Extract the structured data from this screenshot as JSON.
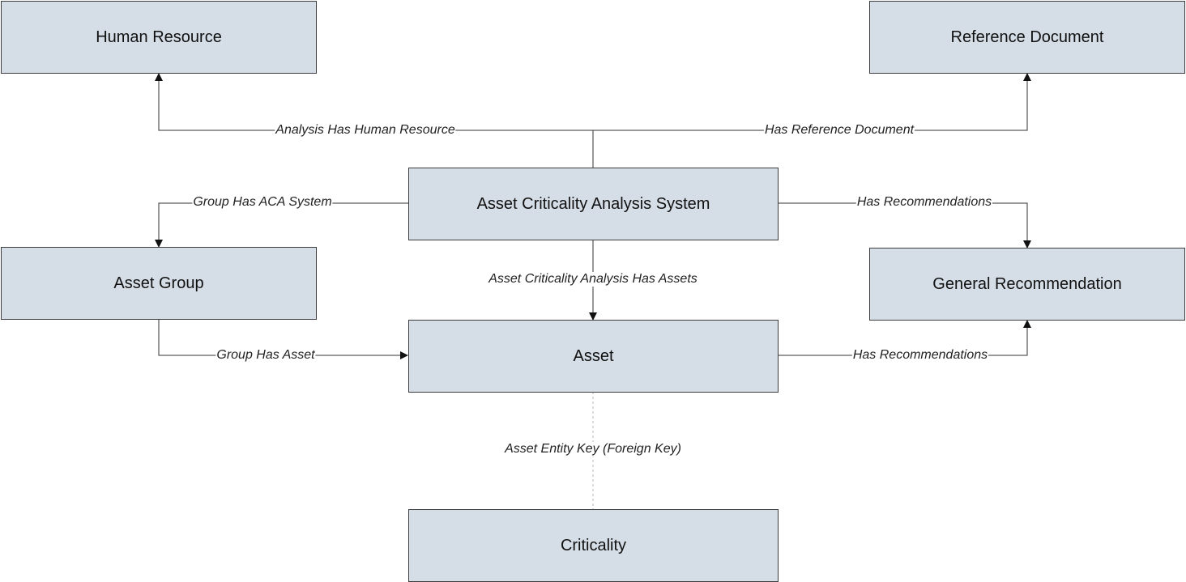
{
  "colors": {
    "box_fill": "#d5dde6",
    "box_border": "#3c3c3c",
    "line": "#333333",
    "dashed_line": "#b8b8b8"
  },
  "entities": {
    "human_resource": "Human Resource",
    "reference_document": "Reference Document",
    "aca_system": "Asset Criticality Analysis System",
    "asset_group": "Asset Group",
    "general_recommendation": "General Recommendation",
    "asset": "Asset",
    "criticality": "Criticality"
  },
  "relationships": {
    "analysis_has_human_resource": "Analysis Has Human Resource",
    "has_reference_document": "Has Reference Document",
    "group_has_aca_system": "Group Has ACA System",
    "system_has_recommendations": "Has Recommendations",
    "analysis_has_assets": "Asset Criticality Analysis Has Assets",
    "group_has_asset": "Group Has Asset",
    "asset_has_recommendations": "Has Recommendations",
    "asset_entity_key": "Asset Entity Key (Foreign Key)"
  }
}
